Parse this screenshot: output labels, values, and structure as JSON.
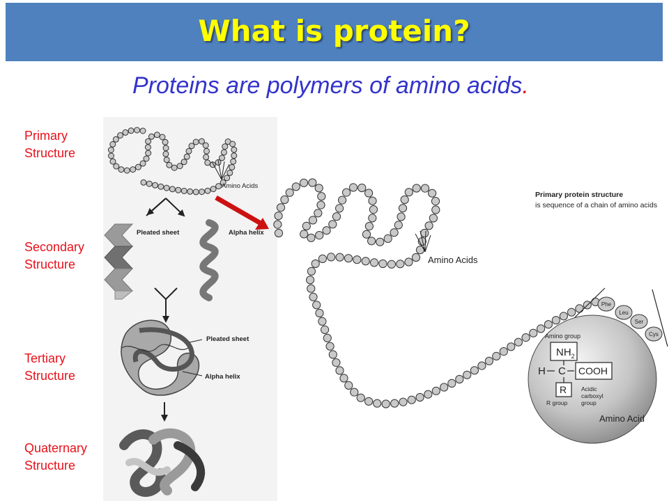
{
  "title": "What is protein?",
  "subtitle": {
    "text": "Proteins are polymers of amino acids",
    "period": "."
  },
  "structure_labels": [
    {
      "line1": "Primary",
      "line2": "Structure"
    },
    {
      "line1": "Secondary",
      "line2": "Structure"
    },
    {
      "line1": "Tertiary",
      "line2": "Structure"
    },
    {
      "line1": "Quaternary",
      "line2": "Structure"
    }
  ],
  "left_figure": {
    "primary_callout": "Amino Acids",
    "pleated_sheet": "Pleated sheet",
    "alpha_helix": "Alpha helix",
    "tertiary_sheet": "Pleated sheet",
    "tertiary_helix": "Alpha helix"
  },
  "right_figure": {
    "heading_line1": "Primary protein structure",
    "heading_line2": "is sequence of a chain of amino acids",
    "amino_acids_callout": "Amino Acids",
    "residues": [
      "Phe",
      "Leu",
      "Ser",
      "Cys"
    ],
    "amino_group": "Amino group",
    "nh2": "NH",
    "nh2_sub": "2",
    "h": "H",
    "c": "C",
    "cooh": "COOH",
    "r": "R",
    "acidic_line1": "Acidic",
    "acidic_line2": "carboxyl",
    "acidic_line3": "group",
    "r_group": "R group",
    "amino_acid": "Amino Acid"
  },
  "colors": {
    "title_bar": "#4e81bd",
    "title_text": "#ffff00",
    "subtitle": "#3333cc",
    "labels": "#e8101a",
    "arrow": "#cc1111"
  }
}
